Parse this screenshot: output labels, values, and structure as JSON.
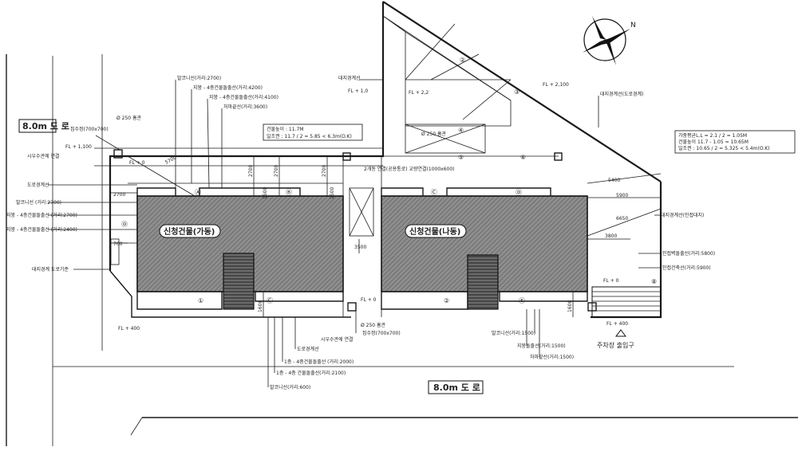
{
  "roads": {
    "top": "8.0m 도 로",
    "bottom": "8.0m 도 로"
  },
  "buildings": {
    "left": "신청건물(가동)",
    "right": "신청건물(나동)"
  },
  "zone_markers": {
    "left_top": [
      "Ⓐ",
      "Ⓑ"
    ],
    "left_bottom": [
      "①",
      "Ⓒ"
    ],
    "left_side": "Ⓓ",
    "right_top": [
      "Ⓒ",
      "Ⓓ"
    ],
    "right_bottom": [
      "②",
      "Ⓔ"
    ],
    "top_lot": [
      "②",
      "③",
      "④",
      "⑤",
      "⑥"
    ],
    "parking": "⑧"
  },
  "dimensions": {
    "d5700": "5700",
    "d2700a": "2700",
    "d2700b": "2700",
    "d1500a": "1500",
    "d2700c": "2700",
    "d1500b": "1500",
    "d2700d": "2700",
    "d700": "700",
    "d3500": "3500",
    "d1600a": "1600",
    "d1600b": "1600",
    "d5400": "5400",
    "d5900": "5900",
    "d6650": "6650",
    "d3800": "3800"
  },
  "height_box_left": {
    "line1": "건물높이 : 11.7M",
    "line2": "일조권 : 11.7 / 2 = 5.85 < 6.3m(O.K)"
  },
  "height_box_right": {
    "line1": "가중평균L.L = 2.1 / 2 = 1.05M",
    "line2": "건물높이 11.7 - 1.05 = 10.65M",
    "line3": "일조권 : 10.65 / 2 = 5.325 < 5.4m(O.K)"
  },
  "levels": {
    "top_left": "FL + 1,100",
    "left_gl": "FL + 0",
    "top_mid": "FL + 1,0",
    "top_right": "FL + 2,100",
    "mid_right": "FL + 2,2",
    "bottom_left": "FL + 400",
    "bottom_mid": "FL + 0",
    "bottom_right": "FL + 400",
    "parking_gl": "FL + 0"
  },
  "callouts": {
    "top_dims": [
      "발코니선(거리:2700)",
      "지붕 - 4층건물돌출선(거리:4200)",
      "지붕 - 4층건물돌출선(거리:4100)",
      "처마끝선(거리:3600)"
    ],
    "pipe_top_left": "Ø 250 흄관",
    "manhole_top_left": "집수정(700x700)",
    "sewer_top": "시우수관에 연결",
    "land_line": "대지경계선",
    "pipe_mid": "Ø 250 흄관",
    "courtyard": "2개동 연결(공용통로) 교량연결(1000x600)",
    "left_labels": [
      "도로경계선",
      "발코니선 (거리:2700)",
      "지붕 - 4층건물돌출선 (거리:2700)",
      "지붕 - 4층건물돌출선 (거리:2400)"
    ],
    "left_bottom_label": "대지경계 도로기준",
    "land_right_top": "대지경계선(도로경계)",
    "land_right_mid": "대지경계선(인접대지)",
    "right_labels": [
      "인접벽돌출선(거리:5800)",
      "인접건축선(거리:5900)"
    ],
    "bottom_left_labels": [
      "도로경계선",
      "1층 - 4층건물돌출선 (거리:2000)",
      "1층 - 4층 건물돌출선(거리:2100)",
      "발코니선(거리:600)"
    ],
    "pipe_bottom": "Ø 250 흄관",
    "manhole_bottom": "집수정(700x700)",
    "sewer_bottom": "시우수관에 연결",
    "bottom_right_labels": [
      "발코니선(거리:1500)",
      "지붕돌출선(거리:1500)",
      "처마끝선(거리:1500)"
    ],
    "parking_entry": "주차장 출입구"
  },
  "compass_label": "N"
}
